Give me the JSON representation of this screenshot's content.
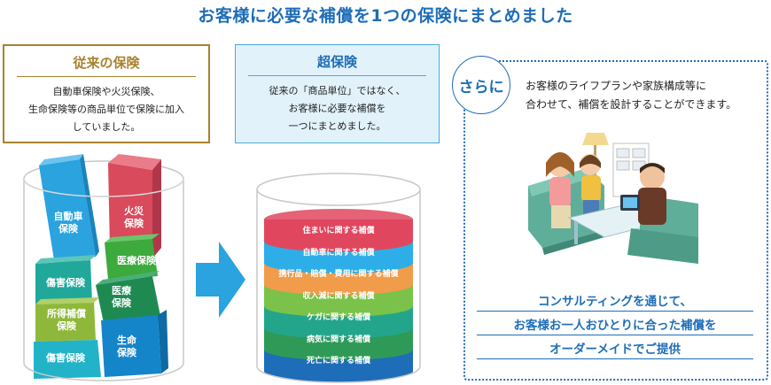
{
  "title": "お客様に必要な補償を1つの保険にまとめました",
  "conventional": {
    "heading": "従来の保険",
    "lines": [
      "自動車保険や火災保険、",
      "生命保険等の商品単位で保険に加入",
      "していました。"
    ]
  },
  "super": {
    "heading": "超保険",
    "lines": [
      "従来の「商品単位」ではなく、",
      "お客様に必要な補償を",
      "一つにまとめました。"
    ]
  },
  "blocks": {
    "auto": "自動車\n保険",
    "fire": "火災\n保険",
    "medical_top": "医療保険",
    "injury_top": "傷害保険",
    "medical_mid": "医療\n保険",
    "income": "所得補償\n保険",
    "life": "生命\n保険",
    "injury_bottom": "傷害保険"
  },
  "layers": [
    "住まいに関する補償",
    "自動車に関する補償",
    "携行品・賠償・費用に関する補償",
    "収入減に関する補償",
    "ケガに関する補償",
    "病気に関する補償",
    "死亡に関する補償"
  ],
  "more": {
    "badge": "さらに",
    "lines": [
      "お客様のライフプランや家族構成等に",
      "合わせて、補償を設計することができます。"
    ]
  },
  "cta": [
    "コンサルティングを通じて、",
    "お客様お一人おひとりに合った補償を",
    "オーダーメイドでご提供"
  ],
  "colors": {
    "title": "#1e6db8",
    "gold": "#a8822e",
    "layer_colors": [
      "#e0475f",
      "#2eaee8",
      "#f19c4b",
      "#7bc24a",
      "#23a58c",
      "#2f9a58",
      "#1e6db8"
    ]
  }
}
